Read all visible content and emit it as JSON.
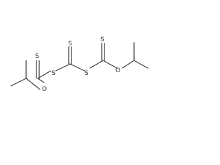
{
  "molecule": {
    "atoms": [
      {
        "id": "S1",
        "label": "S"
      },
      {
        "id": "S2",
        "label": "S"
      },
      {
        "id": "S3",
        "label": "S"
      },
      {
        "id": "O1",
        "label": "O"
      },
      {
        "id": "S4",
        "label": "S"
      },
      {
        "id": "S5",
        "label": "S"
      },
      {
        "id": "O2",
        "label": "O"
      }
    ],
    "bonds": [
      {
        "id": "b-c-s-double",
        "order": 2
      },
      {
        "id": "b-c-s-right",
        "order": 1
      },
      {
        "id": "b-c-s-left",
        "order": 1
      },
      {
        "id": "b-s-c-right",
        "order": 1
      },
      {
        "id": "b-c-s-right-double",
        "order": 2
      },
      {
        "id": "b-c-o-right",
        "order": 1
      },
      {
        "id": "b-o-ch-right",
        "order": 1
      },
      {
        "id": "b-ch-me1-right",
        "order": 1
      },
      {
        "id": "b-ch-me2-right",
        "order": 1
      },
      {
        "id": "b-s-c-left",
        "order": 1
      },
      {
        "id": "b-c-s-left-double",
        "order": 2
      },
      {
        "id": "b-c-o-left",
        "order": 1
      },
      {
        "id": "b-o-ch-left",
        "order": 1
      },
      {
        "id": "b-ch-me1-left",
        "order": 1
      },
      {
        "id": "b-ch-me2-left",
        "order": 1
      }
    ]
  }
}
